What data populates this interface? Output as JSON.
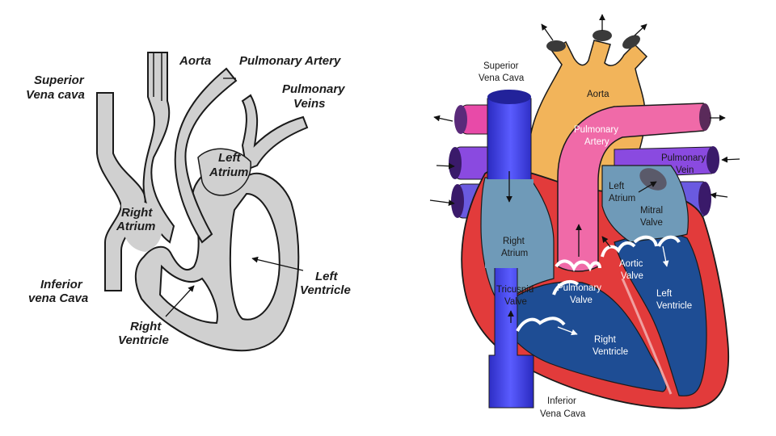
{
  "left_diagram": {
    "labels": {
      "aorta": "Aorta",
      "pulmonary_artery": "Pulmonary Artery",
      "superior_1": "Superior",
      "superior_2": "Vena cava",
      "pulmonary_veins_1": "Pulmonary",
      "pulmonary_veins_2": "Veins",
      "left_atrium_1": "Left",
      "left_atrium_2": "Atrium",
      "right_atrium_1": "Right",
      "right_atrium_2": "Atrium",
      "inferior_1": "Inferior",
      "inferior_2": "vena Cava",
      "left_ventricle_1": "Left",
      "left_ventricle_2": "Ventricle",
      "right_ventricle_1": "Right",
      "right_ventricle_2": "Ventricle"
    }
  },
  "right_diagram": {
    "labels": {
      "superior_1": "Superior",
      "superior_2": "Vena Cava",
      "aorta": "Aorta",
      "pulmonary_artery_1": "Pulmonary",
      "pulmonary_artery_2": "Artery",
      "pulmonary_vein_1": "Pulmonary",
      "pulmonary_vein_2": "Vein",
      "left_atrium_1": "Left",
      "left_atrium_2": "Atrium",
      "mitral_1": "Mitral",
      "mitral_2": "Valve",
      "right_atrium_1": "Right",
      "right_atrium_2": "Atrium",
      "aortic_1": "Aortic",
      "aortic_2": "Valve",
      "pulmonary_valve_1": "Pulmonary",
      "pulmonary_valve_2": "Valve",
      "tricuspid_1": "Tricuspid",
      "tricuspid_2": "Valve",
      "left_ventricle_1": "Left",
      "left_ventricle_2": "Ventricle",
      "right_ventricle_1": "Right",
      "right_ventricle_2": "Ventricle",
      "inferior_1": "Inferior",
      "inferior_2": "Vena Cava"
    },
    "colors": {
      "aorta": "#f2b45a",
      "pulmonary_artery": "#f06aa8",
      "vena_cava": "#4a4cf0",
      "pulmonary_vein": "#8a4ae0",
      "heart_wall": "#e23b3b",
      "chamber_right": "#6f9ab8",
      "chamber_dark": "#1e4d94",
      "left_fill": "#cccccc"
    }
  }
}
